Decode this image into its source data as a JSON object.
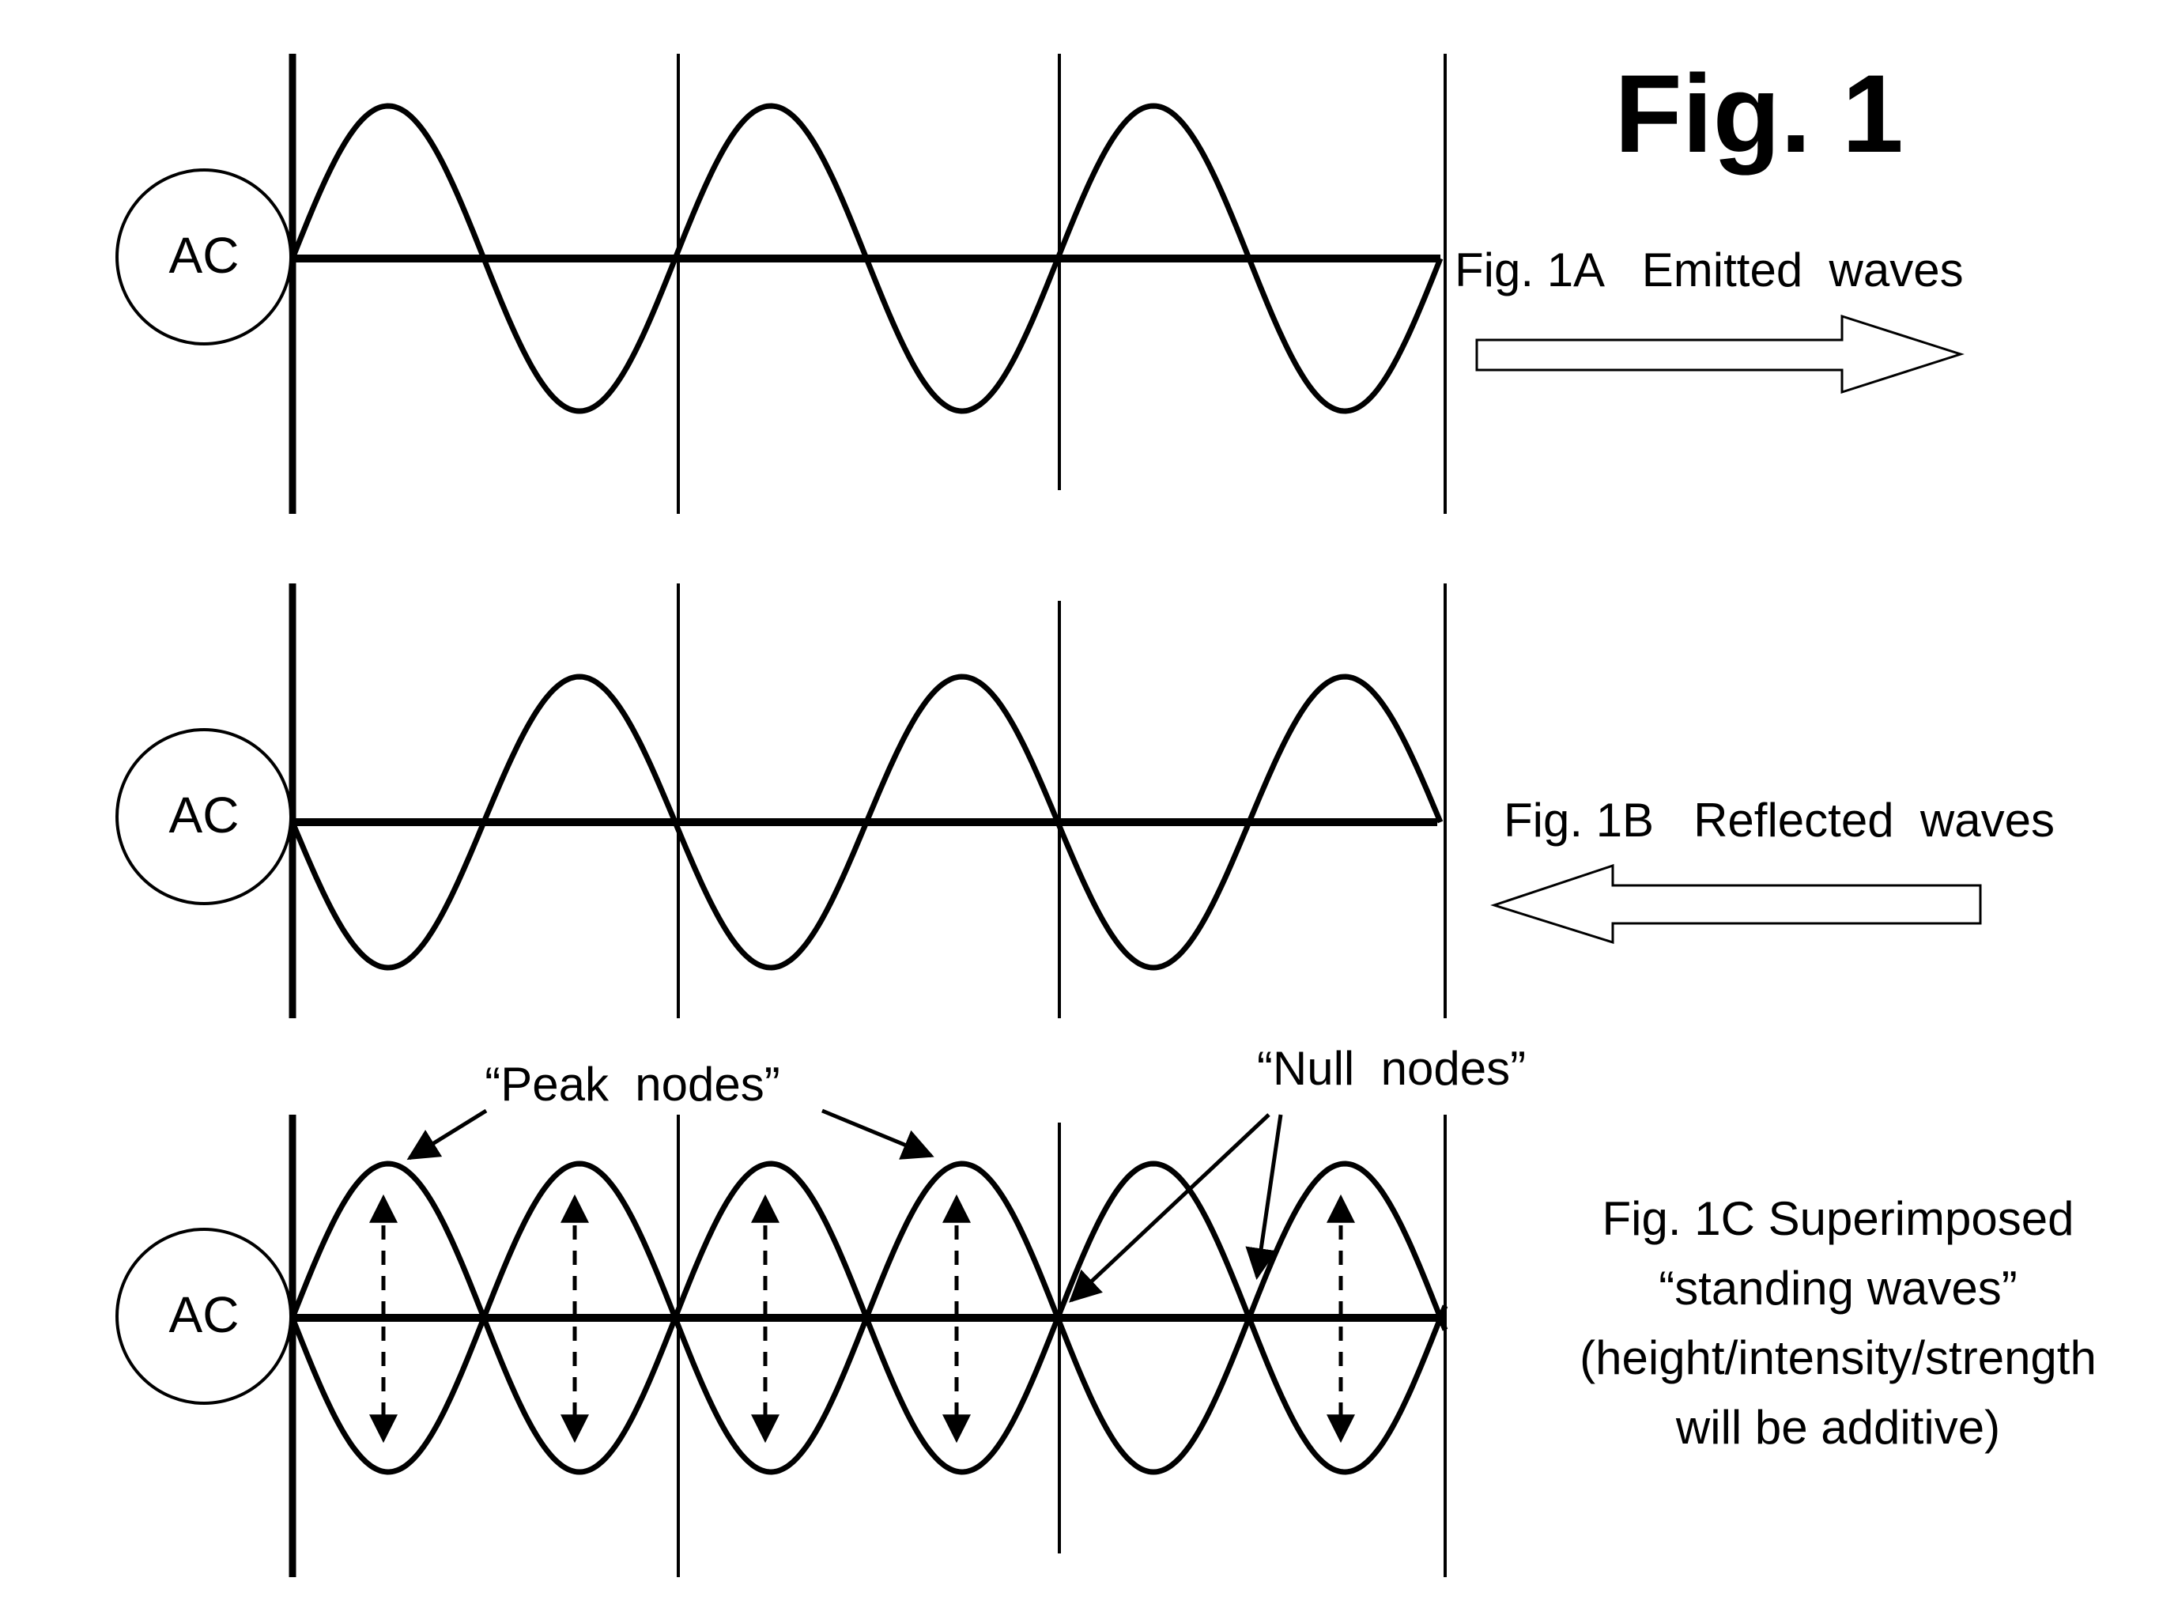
{
  "figure": {
    "title": "Fig. 1",
    "panels": {
      "a": {
        "source_label": "AC",
        "caption": "Fig. 1A   Emitted  waves",
        "arrow_direction": "right"
      },
      "b": {
        "source_label": "AC",
        "caption": "Fig. 1B   Reflected  waves",
        "arrow_direction": "left"
      },
      "c": {
        "source_label": "AC",
        "caption_lines": [
          "Fig. 1C Superimposed",
          "“standing waves”",
          "(height/intensity/strength",
          "will be additive)"
        ],
        "peak_label": "“Peak  nodes”",
        "null_label": "“Null  nodes”"
      }
    },
    "colors": {
      "ink": "#000000",
      "background": "#ffffff"
    }
  }
}
